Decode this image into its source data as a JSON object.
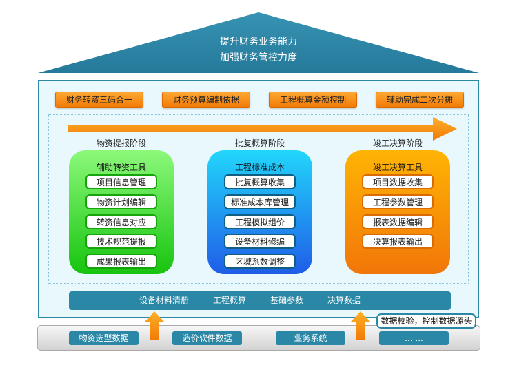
{
  "roof": {
    "line1": "提升财务业务能力",
    "line2": "加强财务管控力度",
    "color": "#2e86a6"
  },
  "goals": [
    "财务转资三码合一",
    "财务预算编制依据",
    "工程概算金额控制",
    "辅助完成二次分摊"
  ],
  "stages": [
    {
      "label": "物资提报阶段",
      "tool": "辅助转资工具",
      "color": "#17c40f",
      "items": [
        "项目信息管理",
        "物资计划编辑",
        "转资信息对应",
        "技术规范提报",
        "成果报表输出"
      ]
    },
    {
      "label": "批复概算阶段",
      "tool": "工程标准成本",
      "color": "#1f5de8",
      "items": [
        "批复概算收集",
        "标准成本库管理",
        "工程模拟组价",
        "设备材料修编",
        "区域系数调整"
      ]
    },
    {
      "label": "竣工决算阶段",
      "tool": "竣工决算工具",
      "color": "#f17609",
      "items": [
        "项目数据收集",
        "工程参数管理",
        "报表数据编辑",
        "决算报表输出"
      ]
    }
  ],
  "data_bar": [
    "设备材料清册",
    "工程概算",
    "基础参数",
    "决算数据"
  ],
  "sources": [
    "物资选型数据",
    "造价软件数据",
    "业务系统",
    "... ..."
  ],
  "callout": "数据校验，控制数据源头",
  "colors": {
    "accent_orange": "#f07a05",
    "accent_teal": "#2b87a6",
    "panel_bg": "#e8f8fd"
  }
}
